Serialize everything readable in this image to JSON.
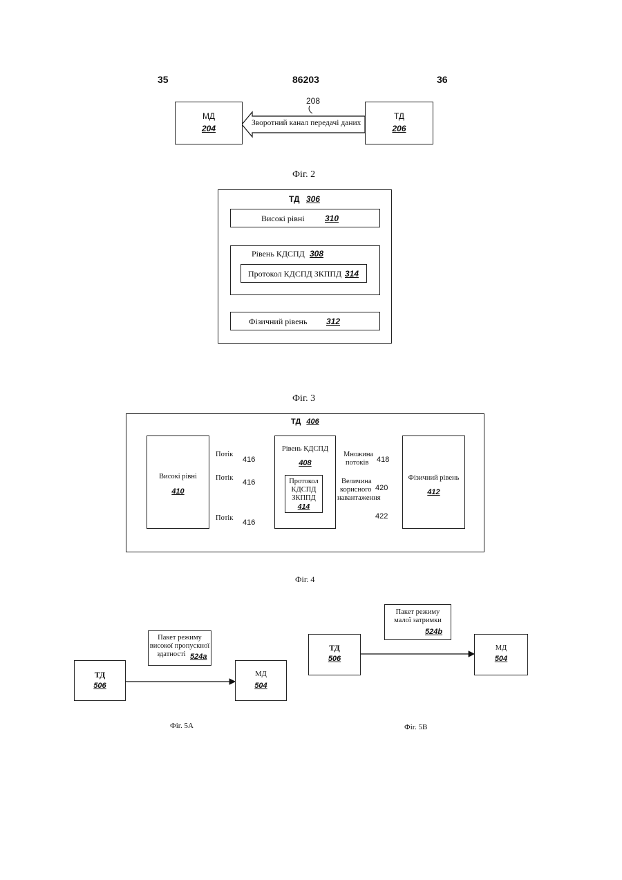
{
  "header": {
    "left_page": "35",
    "doc_number": "86203",
    "right_page": "36"
  },
  "fig2": {
    "md_label": "МД",
    "md_ref": "204",
    "td_label": "ТД",
    "td_ref": "206",
    "channel_label": "Зворотний канал передачі даних",
    "channel_ref": "208",
    "caption": "Фіг. 2"
  },
  "fig3": {
    "td_label": "ТД",
    "td_ref": "306",
    "upper_label": "Високі рівні",
    "upper_ref": "310",
    "rlp_label": "Рівень КДСПД",
    "rlp_ref": "308",
    "protocol_label": "Протокол КДСПД ЗКППД",
    "protocol_ref": "314",
    "phys_label": "Фізичний рівень",
    "phys_ref": "312",
    "caption": "Фіг. 3"
  },
  "fig4": {
    "td_label": "ТД",
    "td_ref": "406",
    "upper_label": "Високі рівні",
    "upper_ref": "410",
    "rlp_label": "Рівень КДСПД",
    "rlp_ref": "408",
    "protocol_lines": [
      "Протокол",
      "КДСПД",
      "ЗКППД"
    ],
    "protocol_ref": "414",
    "phys_label": "Фізичний рівень",
    "phys_ref": "412",
    "stream_label": "Потік",
    "stream_ref": "416",
    "multi_lines": [
      "Множина",
      "потоків"
    ],
    "multi_ref": "418",
    "payload_lines": [
      "Величина",
      "корисного",
      "навантаження"
    ],
    "payload_ref": "420",
    "ref_422": "422",
    "caption": "Фіг. 4"
  },
  "fig5a": {
    "td_label": "ТД",
    "td_ref": "506",
    "md_label": "МД",
    "md_ref": "504",
    "packet_lines": [
      "Пакет режиму",
      "високої пропускної",
      "здатності"
    ],
    "packet_ref": "524a",
    "caption": "Фіг. 5А"
  },
  "fig5b": {
    "td_label": "ТД",
    "td_ref": "506",
    "md_label": "МД",
    "md_ref": "504",
    "packet_lines": [
      "Пакет режиму",
      "малої затримки"
    ],
    "packet_ref": "524b",
    "caption": "Фіг. 5В"
  }
}
